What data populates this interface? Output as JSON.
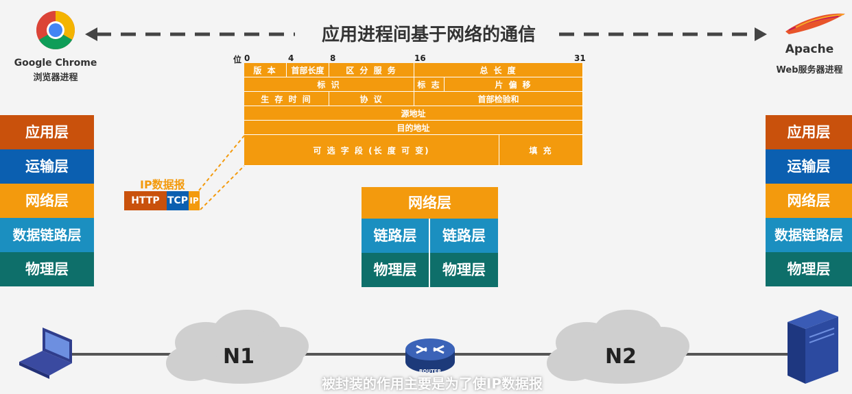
{
  "title": "应用进程间基于网络的通信",
  "left_app": {
    "name": "Google Chrome",
    "sub": "浏览器进程"
  },
  "right_app": {
    "name": "Apache",
    "sub": "Web服务器进程"
  },
  "stack_left": [
    "应用层",
    "运输层",
    "网络层",
    "数据链路层",
    "物理层"
  ],
  "stack_right": [
    "应用层",
    "运输层",
    "网络层",
    "数据链路层",
    "物理层"
  ],
  "router_stack": {
    "top": "网络层",
    "link_left": "链路层",
    "link_right": "链路层",
    "phy_left": "物理层",
    "phy_right": "物理层"
  },
  "ip_datagram": {
    "label": "IP数据报",
    "http": "HTTP",
    "tcp": "TCP",
    "ip": "IP"
  },
  "header": {
    "bit_prefix": "位",
    "bits": [
      "0",
      "4",
      "8",
      "16",
      "31"
    ],
    "version": "版 本",
    "ihl": "首部长度",
    "tos": "区 分 服 务",
    "total_length": "总 长 度",
    "identification": "标 识",
    "flags": "标 志",
    "fragment_offset": "片 偏 移",
    "ttl": "生 存 时 间",
    "protocol": "协 议",
    "checksum": "首部检验和",
    "src": "源地址",
    "dst": "目的地址",
    "options": "可 选 字 段 (长 度 可 变)",
    "padding": "填 充"
  },
  "network": {
    "n1": "N1",
    "n2": "N2",
    "router": "ROUTER"
  },
  "subtitle": "被封装的作用主要是为了使IP数据报",
  "colors": {
    "app": "#c9510c",
    "transport": "#0b5fb0",
    "network": "#f39a0d",
    "link": "#1b8fc0",
    "physical": "#0e6f6a"
  }
}
